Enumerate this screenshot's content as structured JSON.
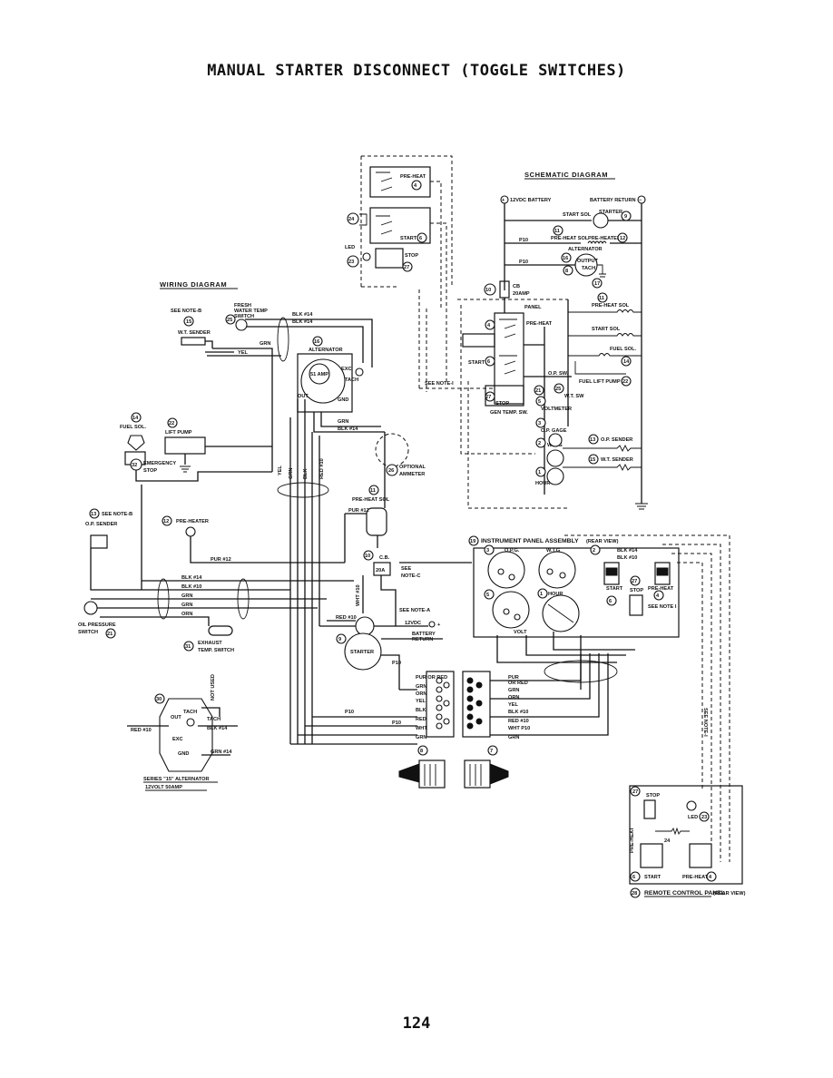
{
  "page": {
    "title": "MANUAL STARTER DISCONNECT (TOGGLE SWITCHES)",
    "page_number": "124"
  },
  "wiring": {
    "heading": "WIRING DIAGRAM",
    "wt_sender": {
      "num": "15",
      "note": "SEE NOTE-B",
      "label": "W.T. SENDER"
    },
    "fresh_water_switch": {
      "num": "25",
      "label1": "FRESH",
      "label2": "WATER TEMP",
      "label3": "SWITCH"
    },
    "alternator": {
      "num": "16",
      "label": "ALTERNATOR",
      "amp": "51 AMP",
      "exc": "EXC",
      "tach": "TACH",
      "out": "OUT",
      "gnd": "GND"
    },
    "fuel_sol": {
      "num": "14",
      "label": "FUEL SOL."
    },
    "lift_pump": {
      "num": "22",
      "label": "LIFT PUMP"
    },
    "emergency_stop": {
      "num": "32",
      "label1": "EMERGENCY",
      "label2": "STOP"
    },
    "op_sender": {
      "num": "13",
      "note": "SEE NOTE-B",
      "label": "O.P. SENDER"
    },
    "pre_heater": {
      "num": "12",
      "label": "PRE-HEATER"
    },
    "ammeter": {
      "num": "26",
      "label1": "OPTIONAL",
      "label2": "AMMETER"
    },
    "preheat_sol": {
      "num": "11",
      "label": "PRE-HEAT SOL"
    },
    "cb": {
      "num": "10",
      "label": "C.B.",
      "note1": "SEE",
      "note2": "NOTE-C",
      "amp": "20A"
    },
    "starter": {
      "num": "9",
      "label": "STARTER",
      "note": "SEE NOTE-A",
      "volt": "12VDC",
      "batt1": "BATTERY",
      "batt2": "RETURN"
    },
    "oil_pressure_switch": {
      "num": "21",
      "label1": "OIL PRESSURE",
      "label2": "SWITCH"
    },
    "exhaust_switch": {
      "num": "31",
      "label1": "EXHAUST",
      "label2": "TEMP. SWITCH"
    },
    "series_alt": {
      "num": "30",
      "label1": "SERIES \"15\" ALTERNATOR",
      "label2": "12VOLT 50AMP",
      "not_used": "NOT USED",
      "out": "OUT",
      "tach": "TACH",
      "exc": "EXC",
      "gnd": "GND",
      "red10": "RED #10",
      "blk14": "BLK #14",
      "grn14": "GRN #14",
      "tach_wire": "TACH"
    },
    "wire_labels": {
      "blk14": "BLK #14",
      "blk14b": "BLK #14",
      "grn": "GRN",
      "yel": "YEL",
      "red10": "RED #10",
      "pur12": "PUR #12",
      "blk14c": "BLK #14",
      "blk10": "BLK #10",
      "grn2": "GRN",
      "grn3": "GRN",
      "grn4": "GRN",
      "yel_v": "YEL",
      "grn_v": "GRN",
      "blk_v": "BLK",
      "red_v": "RED #10",
      "pur_v": "PUR #12",
      "wht_v": "WHT #10",
      "red10b": "RED #10",
      "p10": "P10",
      "p10b": "P10"
    },
    "plug8": {
      "num": "8",
      "wires": [
        "PUR OR RED",
        "GRN",
        "ORN",
        "YEL",
        "BLK",
        "RED",
        "WHT",
        "GRN"
      ]
    },
    "plug7": {
      "num": "7",
      "wires": [
        "PUR",
        "OR RED",
        "GRN",
        "ORN",
        "YEL",
        "BLK #10",
        "RED #10",
        "WHT P10",
        "GRN"
      ]
    }
  },
  "schematic": {
    "heading": "SCHEMATIC DIAGRAM",
    "battery_pos": "12VDC BATTERY",
    "battery_return": "BATTERY RETURN",
    "start_sol": "START SOL",
    "starter": {
      "num": "9",
      "label": "STARTER"
    },
    "pre_heat_sol": {
      "num": "11",
      "label": "PRE-HEAT SOL"
    },
    "pre_heater": {
      "num": "12",
      "label": "PRE-HEATER"
    },
    "alternator": {
      "num": "16",
      "label": "ALTERNATOR",
      "output": "OUTPUT",
      "tach": "TACH"
    },
    "cb": {
      "num": "10",
      "label": "CB",
      "amp": "20AMP"
    },
    "panel": "PANEL",
    "preheat_switch": {
      "num": "4",
      "label": "PRE-HEAT"
    },
    "start_switch": {
      "num": "6",
      "label": "START"
    },
    "stop_switch": {
      "num": "27",
      "label": "STOP"
    },
    "see_note": "SEE NOTE-I",
    "gen_temp": "GEN TEMP. SW.",
    "op_sw": {
      "num": "21",
      "label": "O.P. SW."
    },
    "wt_sw": {
      "num": "25",
      "label": "W.T. SW"
    },
    "voltmeter": {
      "num": "5",
      "label": "VOLTMETER"
    },
    "op_gage": {
      "num": "3",
      "label": "O.P. GAGE"
    },
    "wt_gage": {
      "num": "2",
      "label": "W.T. G"
    },
    "hour": {
      "num": "1",
      "label": "HOUR"
    },
    "op_sender": {
      "num": "13",
      "label": "O.P. SENDER"
    },
    "wt_sender": {
      "num": "15",
      "label": "W.T. SENDER"
    },
    "preheat_sol_coil": {
      "num": "11",
      "label": "PRE-HEAT SOL"
    },
    "start_sol_coil": "START SOL",
    "fuel_sol": {
      "num": "14",
      "label": "FUEL SOL."
    },
    "fuel_lift_pump": {
      "num": "22",
      "label": "FUEL LIFT PUMP"
    },
    "p10": "P10",
    "p10b": "P10",
    "remote": {
      "preheat_num": "4",
      "preheat": "PRE-HEAT",
      "start_num": "6",
      "start": "START",
      "led_num": "23",
      "led": "LED",
      "stop": "STOP",
      "stop_num": "27",
      "relay_num": "24"
    }
  },
  "instrument_panel": {
    "num": "19",
    "label": "INSTRUMENT PANEL ASSEMBLY",
    "sub": "(REAR VIEW)",
    "opg": {
      "num": "3",
      "label": "O.P.G."
    },
    "wtg": {
      "num": "2",
      "label": "W.T.G"
    },
    "volt": {
      "num": "5",
      "label": "VOLT"
    },
    "hour": {
      "num": "1",
      "label": "HOUR"
    },
    "start": {
      "num": "6",
      "label": "START"
    },
    "stop": {
      "num": "27",
      "label": "STOP"
    },
    "preheat": {
      "num": "4",
      "label": "PRE-HEAT"
    },
    "see_note": "SEE NOTE I",
    "blk14": "BLK #14",
    "blk10": "BLK #10",
    "see_note_i": "SEE NOTE-I"
  },
  "remote_panel": {
    "num": "28",
    "label": "REMOTE CONTROL PANEL",
    "sub": "(REAR VIEW)",
    "stop": {
      "num": "27",
      "label": "STOP"
    },
    "led": {
      "num": "23",
      "label": "LED"
    },
    "start": {
      "num": "6",
      "label": "START"
    },
    "preheat": {
      "num": "4",
      "label": "PRE-HEAT"
    },
    "r24": "24",
    "side": "PRE-HEAT"
  }
}
